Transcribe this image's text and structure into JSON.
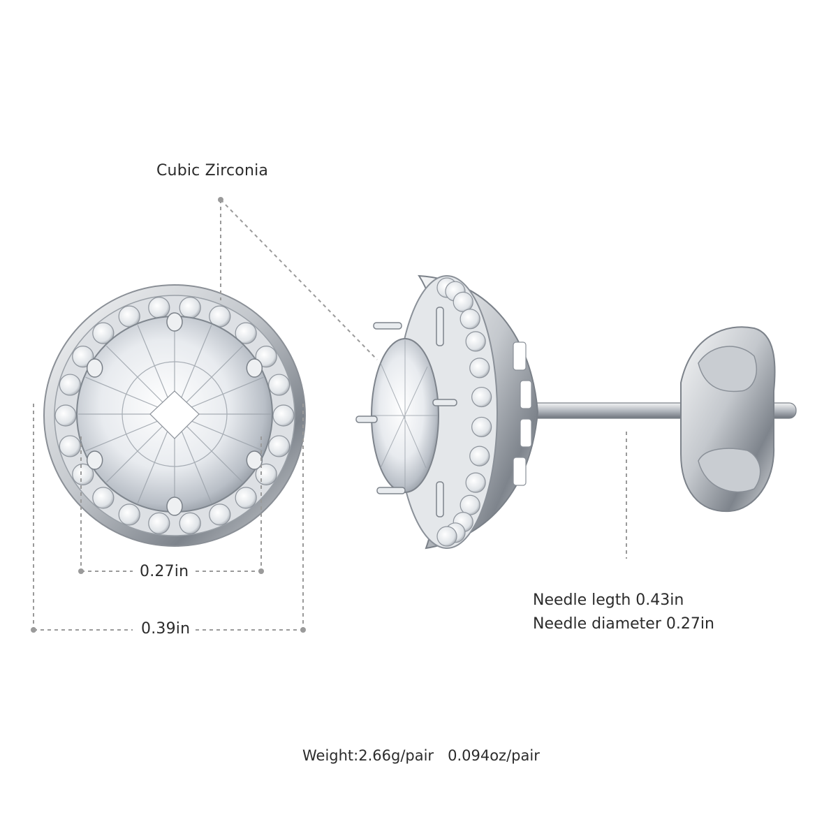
{
  "labels": {
    "cubic_zirconia": "Cubic Zirconia",
    "inner_width": "0.27in",
    "outer_width": "0.39in",
    "needle_length": "Needle legth 0.43in",
    "needle_diameter": "Needle diameter 0.27in",
    "weight": "Weight:2.66g/pair   0.094oz/pair"
  },
  "colors": {
    "silver_dark": "#8a8f96",
    "silver_light": "#eef0f2",
    "dim_line": "#9a9a9a",
    "text": "#2b2b2b"
  }
}
